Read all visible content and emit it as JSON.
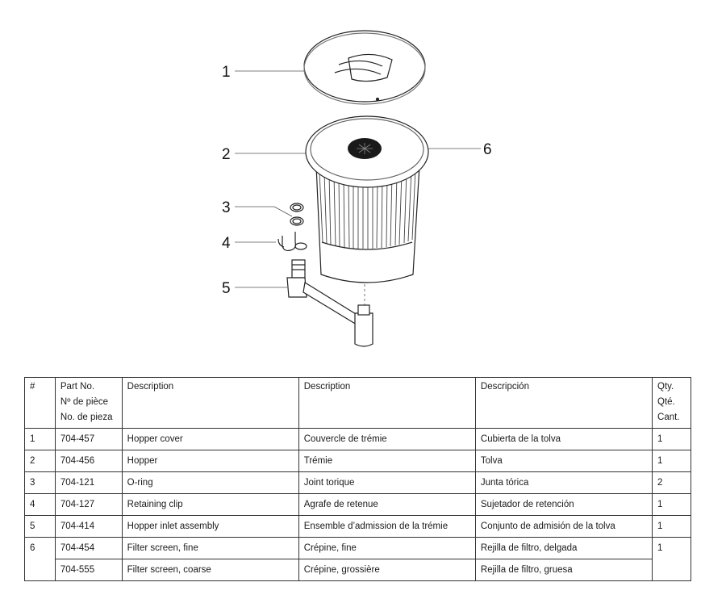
{
  "callouts": [
    "1",
    "2",
    "3",
    "4",
    "5",
    "6"
  ],
  "table": {
    "headers": {
      "num": "#",
      "part_no": [
        "Part No.",
        "Nº de pièce",
        "No. de pieza"
      ],
      "desc_en": "Description",
      "desc_fr": "Description",
      "desc_es": "Descripción",
      "qty": [
        "Qty.",
        "Qté.",
        "Cant."
      ]
    },
    "rows": [
      {
        "num": "1",
        "part": "704-457",
        "en": "Hopper cover",
        "fr": "Couvercle de trémie",
        "es": "Cubierta de la tolva",
        "qty": "1"
      },
      {
        "num": "2",
        "part": "704-456",
        "en": "Hopper",
        "fr": "Trémie",
        "es": "Tolva",
        "qty": "1"
      },
      {
        "num": "3",
        "part": "704-121",
        "en": "O-ring",
        "fr": "Joint torique",
        "es": "Junta tórica",
        "qty": "2"
      },
      {
        "num": "4",
        "part": "704-127",
        "en": "Retaining clip",
        "fr": "Agrafe de retenue",
        "es": "Sujetador de retención",
        "qty": "1"
      },
      {
        "num": "5",
        "part": "704-414",
        "en": "Hopper inlet assembly",
        "fr": "Ensemble d’admission de la trémie",
        "es": "Conjunto de admisión de la tolva",
        "qty": "1"
      },
      {
        "num": "6",
        "part": "704-454",
        "en": "Filter screen, fine",
        "fr": "Crépine, fine",
        "es": "Rejilla de filtro, delgada",
        "qty": "1"
      },
      {
        "num": "",
        "part": "704-555",
        "en": "Filter screen, coarse",
        "fr": "Crépine, grossière",
        "es": "Rejilla de filtro, gruesa",
        "qty": ""
      }
    ]
  }
}
